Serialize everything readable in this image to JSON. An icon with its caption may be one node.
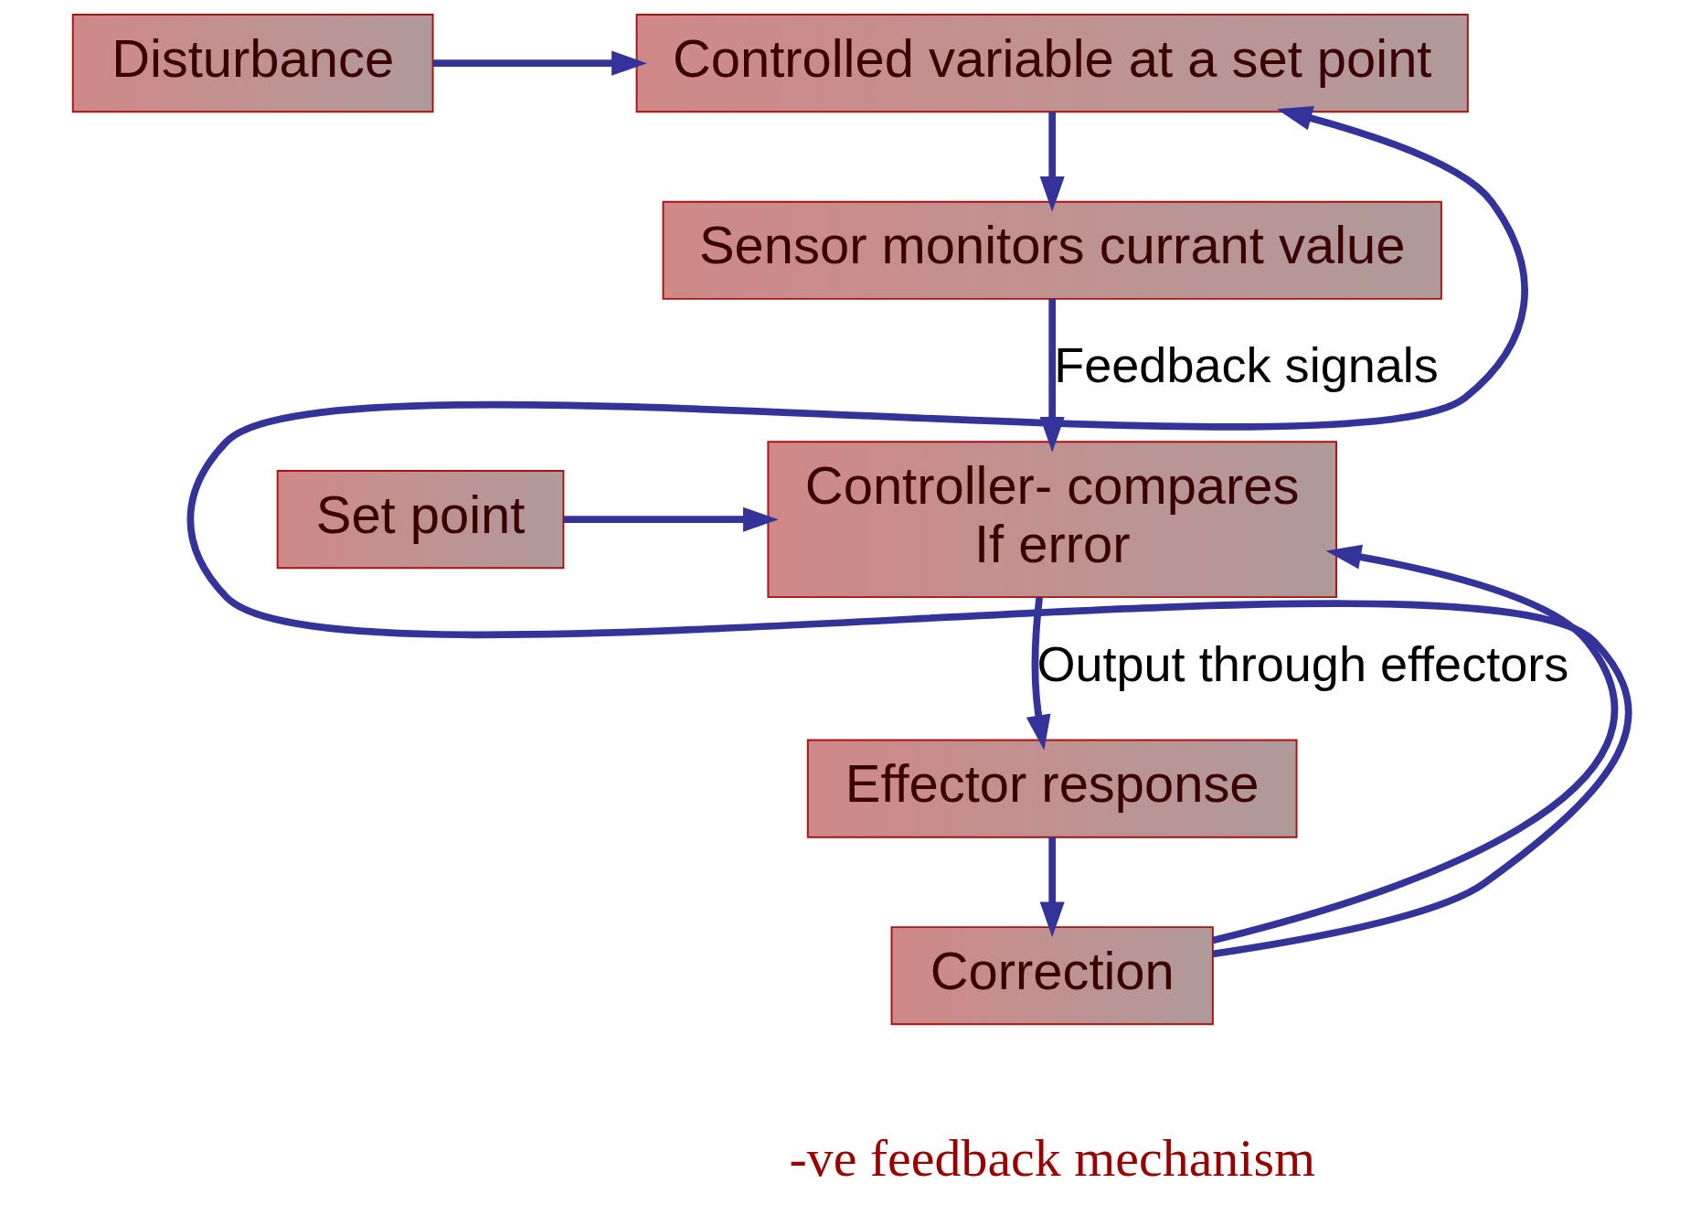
{
  "diagram": {
    "nodes": [
      {
        "text": [
          "Disturbance"
        ]
      },
      {
        "text": [
          "Controlled variable at a set point"
        ]
      },
      {
        "text": [
          "Sensor monitors currant value"
        ]
      },
      {
        "text": [
          "Set point"
        ]
      },
      {
        "text": [
          "Controller- compares",
          "If error"
        ]
      },
      {
        "text": [
          "Effector response"
        ]
      },
      {
        "text": [
          "Correction"
        ]
      }
    ],
    "edges": [
      {
        "from": 0,
        "to": 1,
        "arrow": "to"
      },
      {
        "from": 1,
        "to": 2,
        "arrow": "to"
      },
      {
        "from": 2,
        "to": 4,
        "arrow": "to",
        "label": "Feedback signals"
      },
      {
        "from": 3,
        "to": 4,
        "arrow": "to"
      },
      {
        "from": 4,
        "to": 5,
        "arrow": "to",
        "label": "Output through effectors"
      },
      {
        "from": 5,
        "to": 6,
        "arrow": "to"
      },
      {
        "from": 6,
        "to": 1,
        "arrow": "to"
      },
      {
        "from": 6,
        "to": 4,
        "arrow": "to"
      }
    ],
    "labels": [
      "-ve feedback mechanism"
    ]
  }
}
